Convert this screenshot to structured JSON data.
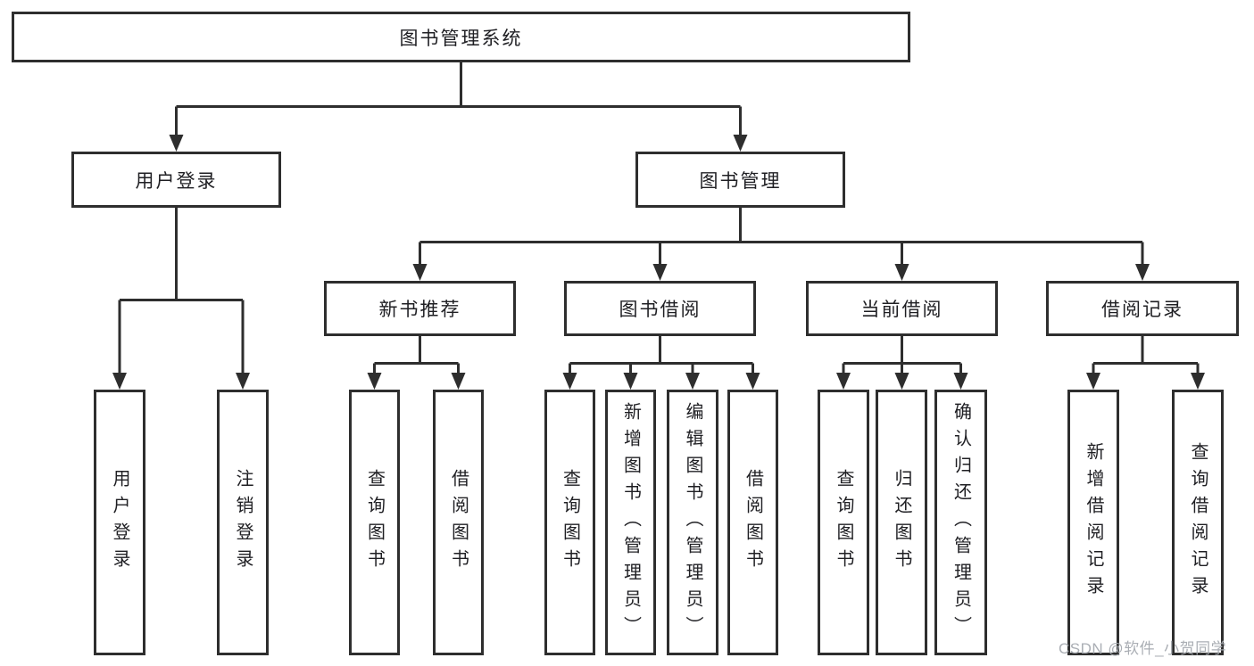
{
  "page": {
    "watermark": "CSDN @软件_小贺同学",
    "colors": {
      "line": "#2e2e2e",
      "text": "#1f1f23",
      "watermark": "#a5aab0",
      "background": "#ffffff"
    }
  },
  "tree": {
    "root": {
      "label": "图书管理系统"
    },
    "branches": [
      {
        "label": "用户登录",
        "children": [
          {
            "label": "用户登录"
          },
          {
            "label": "注销登录"
          }
        ]
      },
      {
        "label": "图书管理",
        "children": [
          {
            "label": "新书推荐",
            "children": [
              {
                "label": "查询图书"
              },
              {
                "label": "借阅图书"
              }
            ]
          },
          {
            "label": "图书借阅",
            "children": [
              {
                "label": "查询图书"
              },
              {
                "label": "新增图书（管理员）"
              },
              {
                "label": "编辑图书（管理员）"
              },
              {
                "label": "借阅图书"
              }
            ]
          },
          {
            "label": "当前借阅",
            "children": [
              {
                "label": "查询图书"
              },
              {
                "label": "归还图书"
              },
              {
                "label": "确认归还（管理员）"
              }
            ]
          },
          {
            "label": "借阅记录",
            "children": [
              {
                "label": "新增借阅记录"
              },
              {
                "label": "查询借阅记录"
              }
            ]
          }
        ]
      }
    ]
  }
}
